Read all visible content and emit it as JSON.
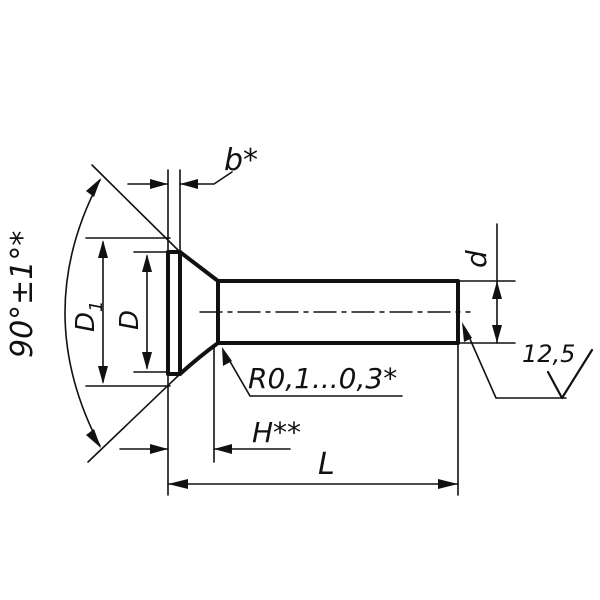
{
  "labels": {
    "b": "b*",
    "d": "d",
    "D1": "D",
    "D1_sub": "1",
    "D": "D",
    "angle": "90°±1°*",
    "radius": "R0,1...0,3*",
    "H": "H**",
    "L": "L",
    "roughness": "12,5"
  },
  "colors": {
    "ink": "#111111",
    "background": "#ffffff"
  }
}
